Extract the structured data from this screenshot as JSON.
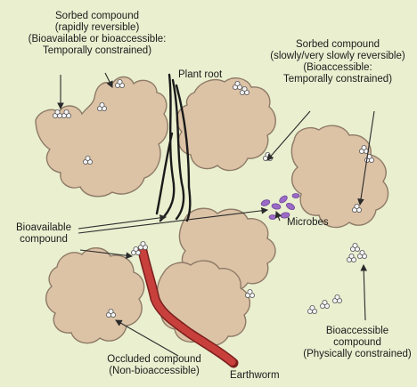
{
  "colors": {
    "background": "#e9efcf",
    "aggregate_fill": "#dcc3a6",
    "aggregate_stroke": "#8e7a67",
    "root": "#1a1a1a",
    "earthworm": "#c8403c",
    "microbes": "#9b6ac7",
    "molecule": "#f4f4f6",
    "arrow": "#2a2a2a"
  },
  "labels": {
    "sorbed_rapid": {
      "line1": "Sorbed compound",
      "line2": "(rapidly reversible)",
      "line3": "(Bioavailable or bioaccessible:",
      "line4": "Temporally constrained)"
    },
    "sorbed_slow": {
      "line1": "Sorbed compound",
      "line2": "(slowly/very slowly reversible)",
      "line3": "(Bioaccessible:",
      "line4": "Temporally constrained)"
    },
    "plant_root": "Plant root",
    "bioavailable": {
      "line1": "Bioavailable",
      "line2": "compound"
    },
    "microbes": "Microbes",
    "occluded": {
      "line1": "Occluded compound",
      "line2": "(Non-bioaccessible)"
    },
    "earthworm": "Earthworm",
    "bioaccessible": {
      "line1": "Bioaccessible",
      "line2": "compound",
      "line3": "(Physically constrained)"
    }
  },
  "icons": {
    "aggregate": "soil-aggregate-shape",
    "molecule": "molecule-cluster-icon",
    "root": "plant-root-strands",
    "worm": "earthworm-segments",
    "microbe": "microbe-cluster-icon"
  }
}
